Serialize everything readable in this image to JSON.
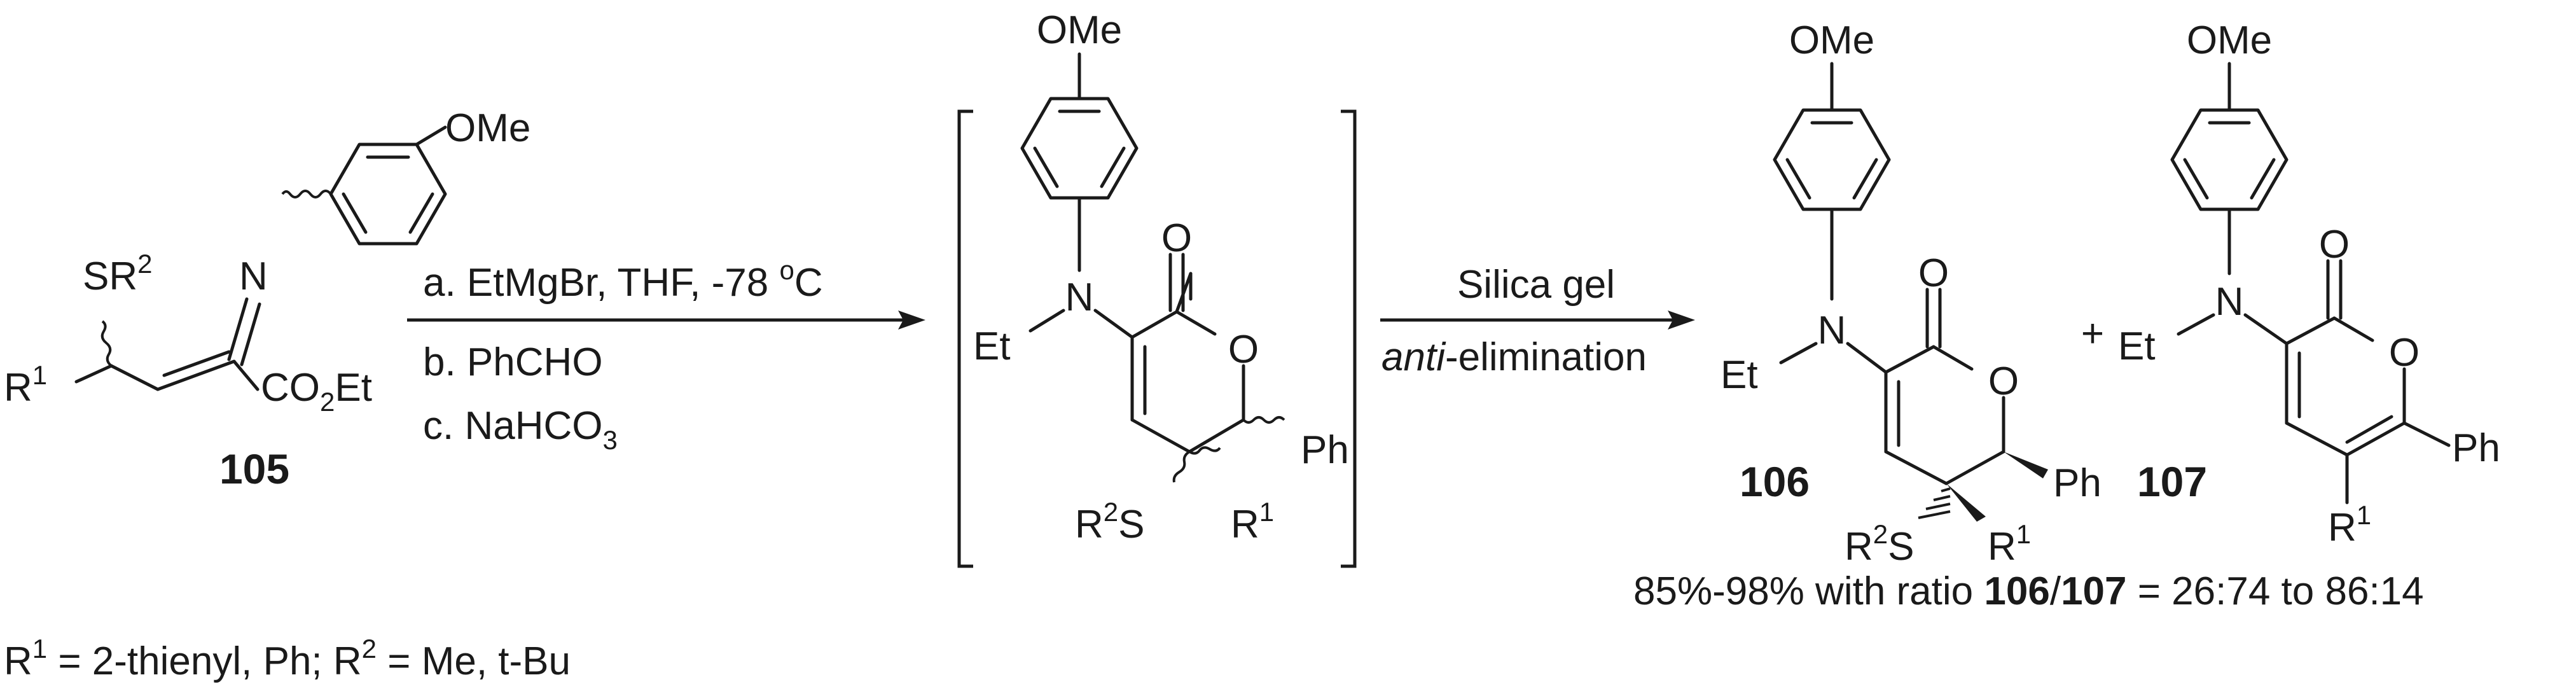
{
  "atoms": {
    "ome": "OMe",
    "n": "N",
    "o": "O",
    "et": "Et",
    "ph": "Ph",
    "s": "S",
    "sr2_base": "SR",
    "sup2": "2",
    "r_base": "R",
    "sup1": "1",
    "co2et_a": "CO",
    "co2et_sub": "2",
    "co2et_b": "Et"
  },
  "compounds": {
    "start": "105",
    "product_a": "106",
    "product_b": "107"
  },
  "step1": {
    "a": "a. EtMgBr, THF, -78 ",
    "a_sup": "o",
    "a_unit": "C",
    "b": "b. PhCHO",
    "c": "c. NaHCO",
    "c_sub": "3"
  },
  "step2": {
    "reagent": "Silica gel",
    "mode_italic": "anti",
    "mode_rest": "-elimination"
  },
  "plus": "+",
  "yield_note": {
    "prefix": "85%-98% with ratio ",
    "slash": "/",
    "suffix": " = 26:74 to 86:14"
  },
  "substituent_note": {
    "r1_value": " = 2-thienyl, Ph; ",
    "r2_value": " = Me, t-Bu"
  }
}
